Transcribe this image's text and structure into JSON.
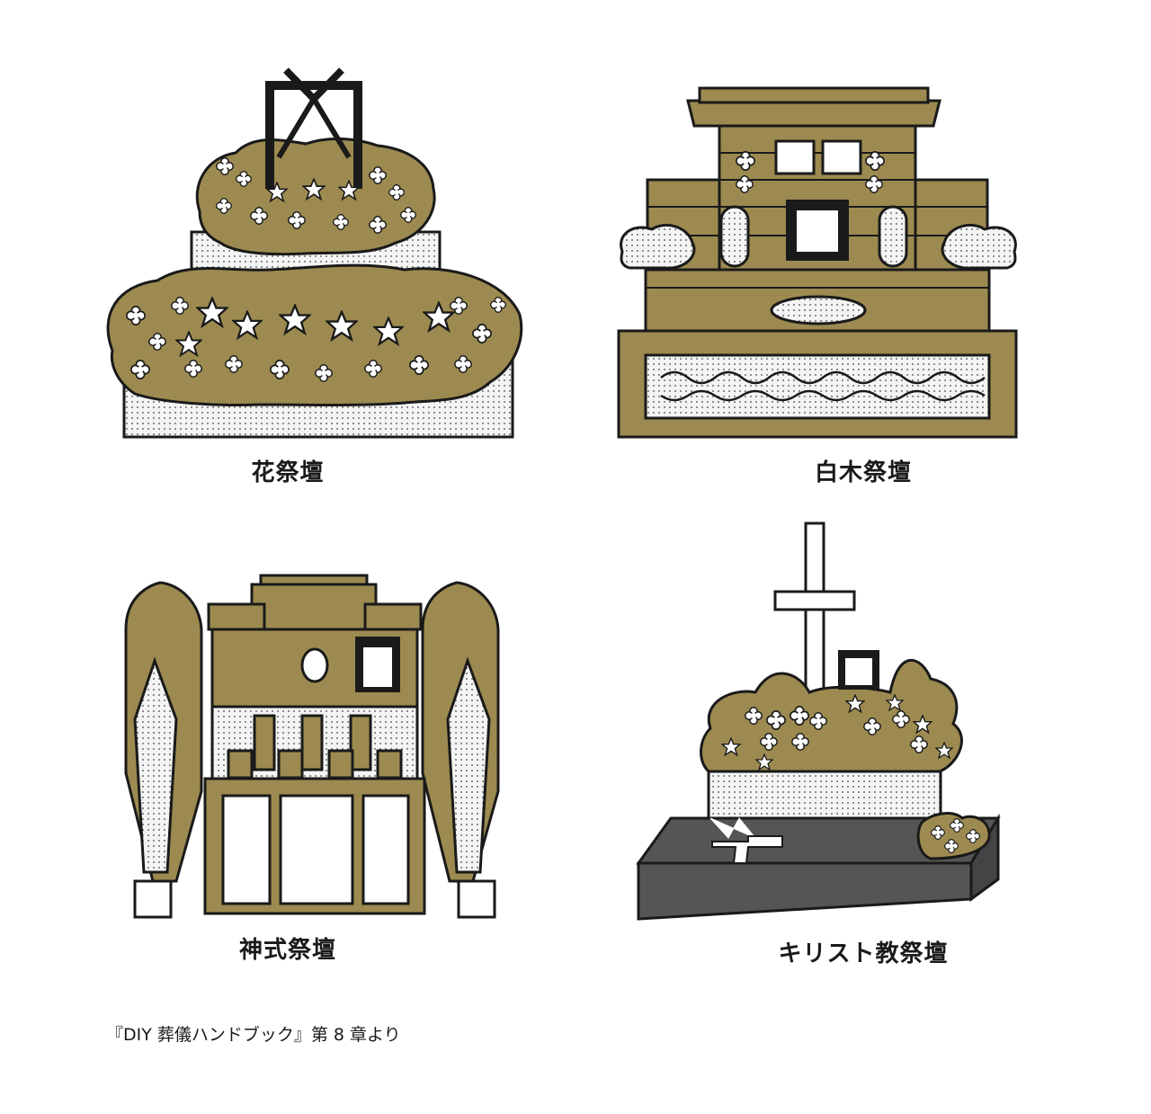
{
  "altars": [
    {
      "label": "花祭壇"
    },
    {
      "label": "白木祭壇"
    },
    {
      "label": "神式祭壇"
    },
    {
      "label": "キリスト教祭壇"
    }
  ],
  "caption": "『DIY 葬儀ハンドブック』第 8 章より",
  "colors": {
    "gold": "#9c8a50",
    "outline": "#1a1a1a",
    "dots": "#f0f0f0",
    "slab": "#555555",
    "background": "#ffffff"
  },
  "icons": [
    "black-ribbon-frame-icon",
    "flower-icon",
    "cross-icon",
    "portrait-frame-icon"
  ]
}
